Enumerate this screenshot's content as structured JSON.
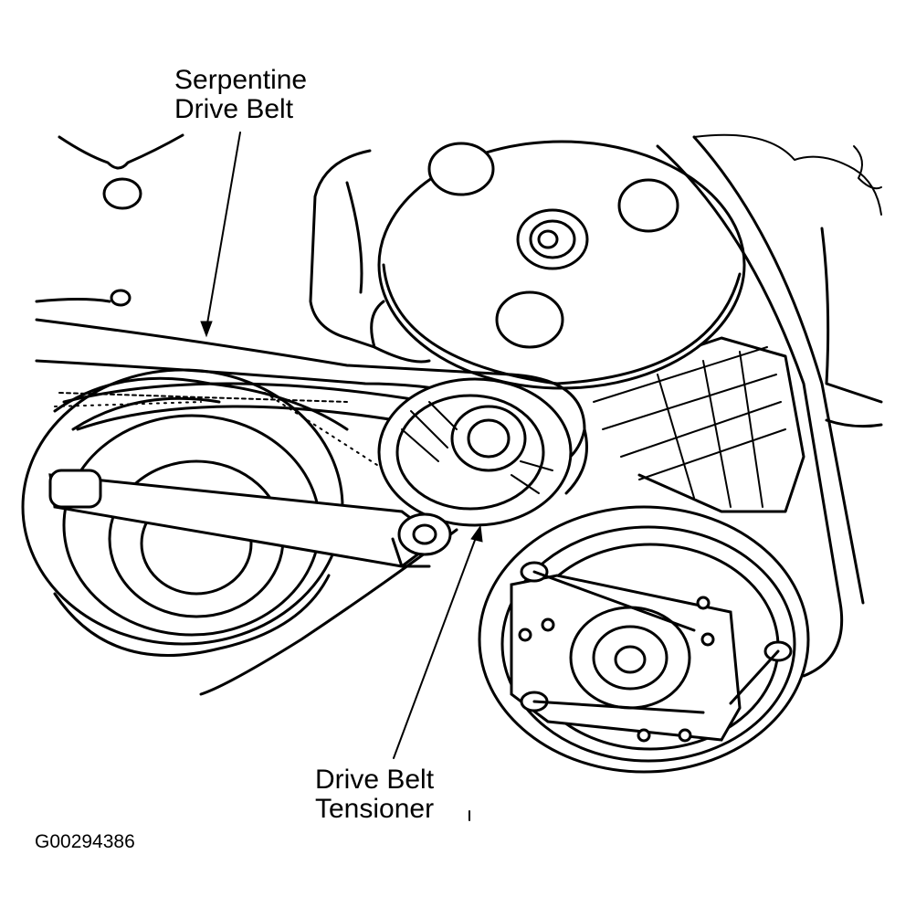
{
  "labels": {
    "serpentine_belt": [
      "Serpentine",
      "Drive Belt"
    ],
    "tensioner": [
      "Drive Belt",
      "Tensioner"
    ]
  },
  "figure_id": "G00294386"
}
